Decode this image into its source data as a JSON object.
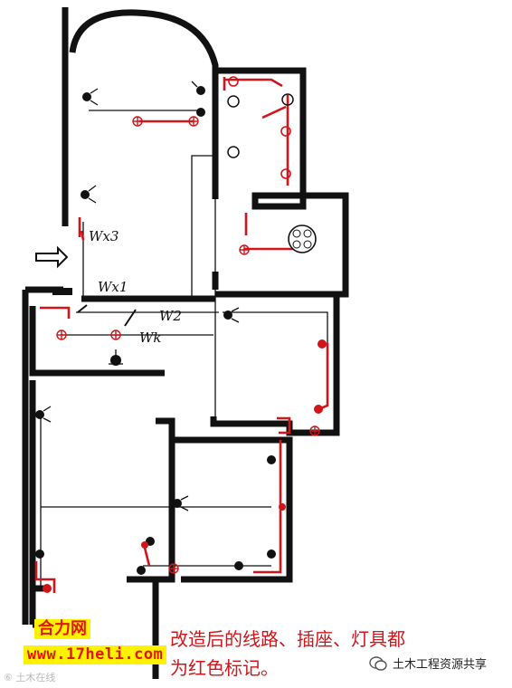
{
  "labels": {
    "wx3": "Wx3",
    "wx1": "Wx1",
    "w2": "W2",
    "wk": "Wk"
  },
  "caption": {
    "line1": "改造后的线路、插座、灯具都",
    "line2": "为红色标记。"
  },
  "logo": {
    "name": "合力网",
    "url": "www.17heli.com"
  },
  "watermark": "⑥ 土木在线",
  "wechat": "土木工程资源共享",
  "colors": {
    "wall": "#111111",
    "renovation": "#d0161b",
    "logo_bg": "#fff200"
  }
}
